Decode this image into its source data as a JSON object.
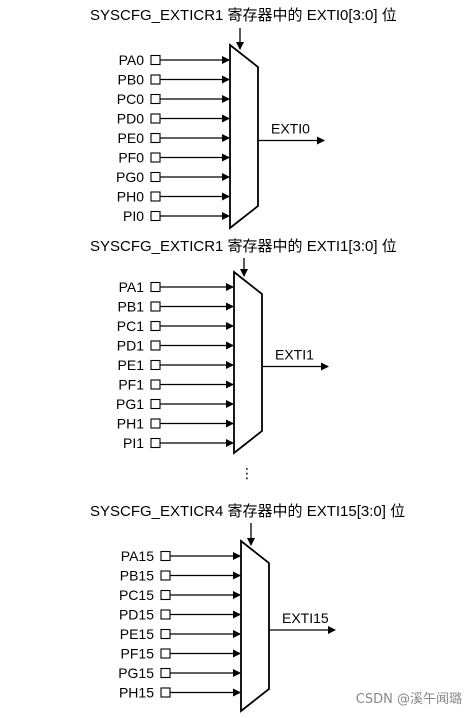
{
  "colors": {
    "line": "#000000",
    "background": "#ffffff",
    "watermark": "#888888"
  },
  "continuation_dots": "⋮",
  "watermark": "CSDN @溪午闻璐",
  "muxes": [
    {
      "caption": "SYSCFG_EXTICR1 寄存器中的 EXTI0[3:0] 位",
      "inputs": [
        "PA0",
        "PB0",
        "PC0",
        "PD0",
        "PE0",
        "PF0",
        "PG0",
        "PH0",
        "PI0"
      ],
      "output": "EXTI0"
    },
    {
      "caption": "SYSCFG_EXTICR1 寄存器中的 EXTI1[3:0] 位",
      "inputs": [
        "PA1",
        "PB1",
        "PC1",
        "PD1",
        "PE1",
        "PF1",
        "PG1",
        "PH1",
        "PI1"
      ],
      "output": "EXTI1"
    },
    {
      "caption": "SYSCFG_EXTICR4 寄存器中的 EXTI15[3:0] 位",
      "inputs": [
        "PA15",
        "PB15",
        "PC15",
        "PD15",
        "PE15",
        "PF15",
        "PG15",
        "PH15"
      ],
      "output": "EXTI15"
    }
  ]
}
